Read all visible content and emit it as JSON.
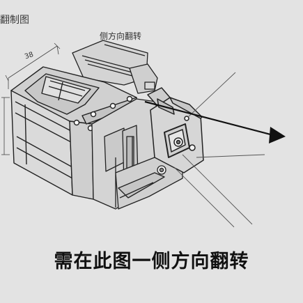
{
  "labels": {
    "corner": "翻制图",
    "view": "侧方向翻转",
    "dimension": "38"
  },
  "caption": "需在此图一侧方向翻转",
  "colors": {
    "background": "#e3e3e3",
    "line": "#222222",
    "arrow": "#111111",
    "guide": "#555555"
  }
}
